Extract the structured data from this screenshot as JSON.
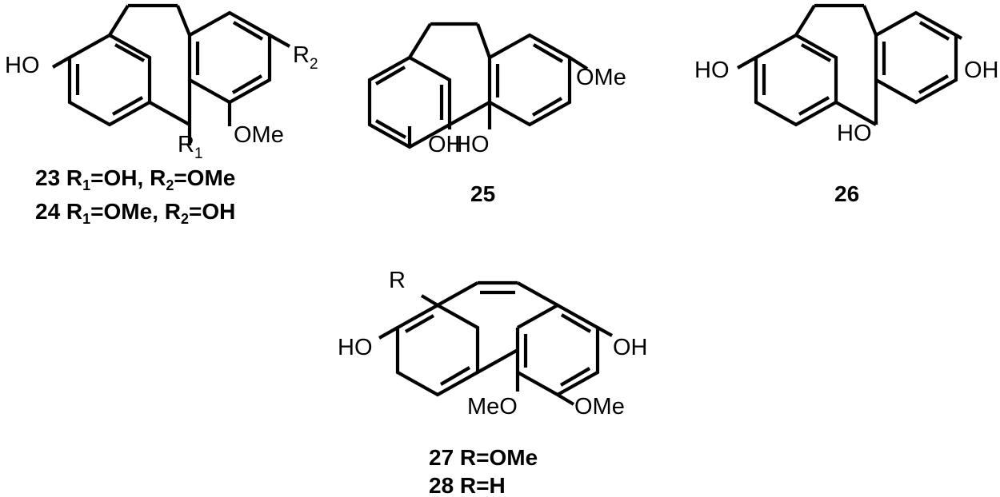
{
  "structures": [
    {
      "id": "23-24",
      "atoms": {
        "ho": "HO",
        "r2": "R",
        "r2_sub": "2",
        "r1": "R",
        "r1_sub": "1",
        "ome": "OMe"
      },
      "captions": [
        {
          "num": "23",
          "a": " R",
          "a_sub": "1",
          "b": "=OH, R",
          "b_sub": "2",
          "c": "=OMe"
        },
        {
          "num": "24",
          "a": " R",
          "a_sub": "1",
          "b": "=OMe, R",
          "b_sub": "2",
          "c": "=OH"
        }
      ]
    },
    {
      "id": "25",
      "atoms": {
        "oh": "OH",
        "ho": "HO",
        "ome": "OMe"
      },
      "caption": "25"
    },
    {
      "id": "26",
      "atoms": {
        "ho_left": "HO",
        "oh_right": "OH",
        "ho_bottom": "HO"
      },
      "caption": "26"
    },
    {
      "id": "27-28",
      "atoms": {
        "r": "R",
        "ho": "HO",
        "oh": "OH",
        "meo": "MeO",
        "ome": "OMe"
      },
      "captions": [
        "27 R=OMe",
        "28 R=H"
      ]
    }
  ]
}
